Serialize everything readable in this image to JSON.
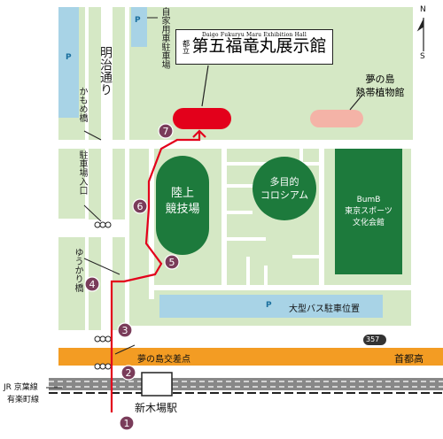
{
  "compass": {
    "north": "N",
    "south": "S"
  },
  "museum": {
    "sub": "都立",
    "en": "Daigo Fukuryu Maru Exhibition Hall",
    "name": "第五福竜丸展示館"
  },
  "tropical": {
    "line1": "夢の島",
    "line2": "熱帯植物館"
  },
  "parking_private": "自家用車駐車場",
  "meiji_dori": "明治通り",
  "kamome_bridge": "かもめ橋",
  "parking_entrance": "駐車場入口",
  "yukari_bridge": "ゆうかり橋",
  "stadium": {
    "line1": "陸上",
    "line2": "競技場"
  },
  "colosseum": {
    "line1": "多目的",
    "line2": "コロシアム"
  },
  "bumb": {
    "line1": "BumB",
    "line2": "東京スポーツ",
    "line3": "文化会館"
  },
  "bus_parking": "大型バス駐車位置",
  "parking_symbol": "P",
  "route_number": "357",
  "intersection": "夢の島交差点",
  "expressway": "首都高",
  "jr_line": "JR 京葉線",
  "yurakucho_line": "有楽町線",
  "station": "新木場駅",
  "steps": [
    "1",
    "2",
    "3",
    "4",
    "5",
    "6",
    "7"
  ],
  "colors": {
    "road": "#ffffff",
    "green": "#d5e8c5",
    "dark_green": "#1d7a3c",
    "light_blue": "#a8d3e6",
    "orange": "#f39c23",
    "route": "#e3001b",
    "museum_marker": "#e3001b",
    "tropical_marker": "#f4b3a7",
    "step_circle": "#7a3c5a"
  }
}
